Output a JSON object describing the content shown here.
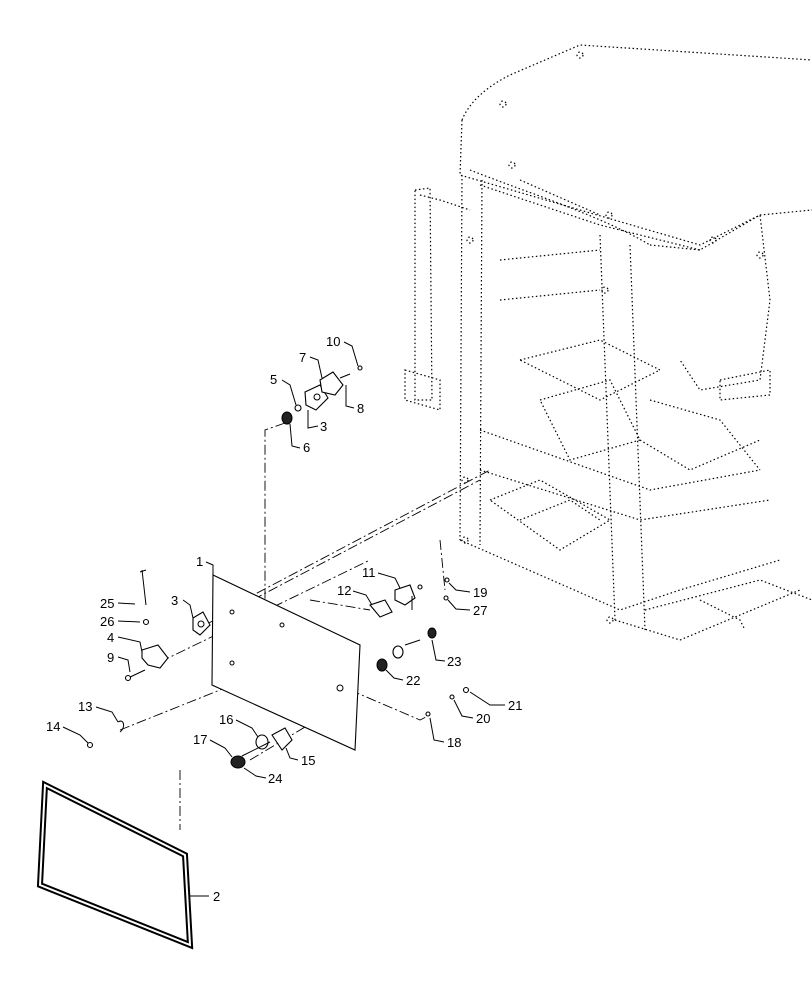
{
  "diagram": {
    "type": "exploded-parts-view",
    "callouts": [
      {
        "id": "1",
        "label": "1"
      },
      {
        "id": "2",
        "label": "2"
      },
      {
        "id": "3a",
        "label": "3"
      },
      {
        "id": "3b",
        "label": "3"
      },
      {
        "id": "4",
        "label": "4"
      },
      {
        "id": "5",
        "label": "5"
      },
      {
        "id": "6",
        "label": "6"
      },
      {
        "id": "7",
        "label": "7"
      },
      {
        "id": "8",
        "label": "8"
      },
      {
        "id": "9",
        "label": "9"
      },
      {
        "id": "10",
        "label": "10"
      },
      {
        "id": "11",
        "label": "11"
      },
      {
        "id": "12",
        "label": "12"
      },
      {
        "id": "13",
        "label": "13"
      },
      {
        "id": "14",
        "label": "14"
      },
      {
        "id": "15",
        "label": "15"
      },
      {
        "id": "16",
        "label": "16"
      },
      {
        "id": "17",
        "label": "17"
      },
      {
        "id": "18",
        "label": "18"
      },
      {
        "id": "19",
        "label": "19"
      },
      {
        "id": "20",
        "label": "20"
      },
      {
        "id": "21",
        "label": "21"
      },
      {
        "id": "22",
        "label": "22"
      },
      {
        "id": "23",
        "label": "23"
      },
      {
        "id": "24",
        "label": "24"
      },
      {
        "id": "25",
        "label": "25"
      },
      {
        "id": "26",
        "label": "26"
      },
      {
        "id": "27",
        "label": "27"
      }
    ]
  }
}
